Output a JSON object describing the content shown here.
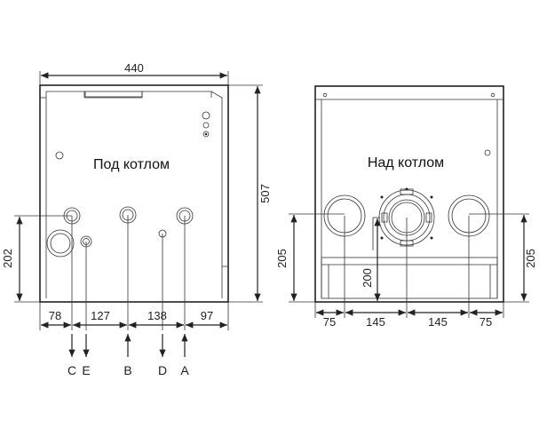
{
  "left_view": {
    "caption": "Под котлом",
    "top_width": "440",
    "height": "507",
    "left_height": "202",
    "bottom_dims": [
      "78",
      "127",
      "138",
      "97"
    ],
    "connection_letters": [
      "C",
      "E",
      "B",
      "D",
      "A"
    ]
  },
  "right_view": {
    "caption": "Над котлом",
    "left_height": "205",
    "center_height": "200",
    "right_height": "205",
    "bottom_dims": [
      "75",
      "145",
      "145",
      "75"
    ]
  }
}
